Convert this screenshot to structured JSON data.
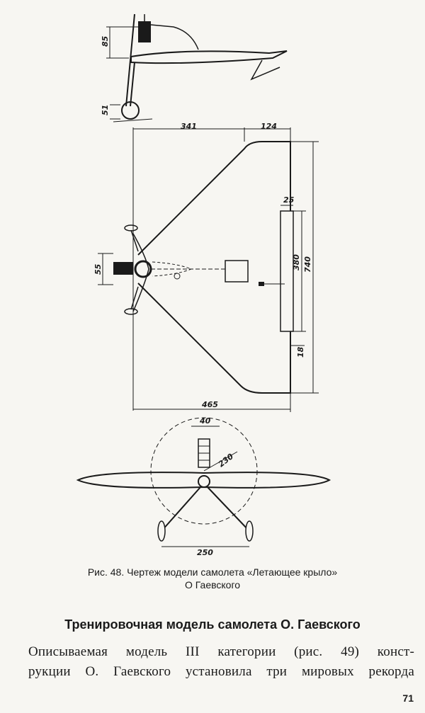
{
  "figure": {
    "dimensions": {
      "side_height": "85",
      "side_wheel": "51",
      "span_left": "341",
      "span_right": "124",
      "elevon_width": "25",
      "elevon_length": "380",
      "total_height": "740",
      "bottom_gap": "18",
      "total_width": "465",
      "engine_width": "55",
      "front_top": "40",
      "prop_radius": "230",
      "gear_track": "250"
    },
    "caption_line1": "Рис. 48. Чертеж модели самолета «Летающее крыло»",
    "caption_line2": "О Гаевского"
  },
  "section": {
    "heading": "Тренировочная модель самолета О. Гаевского",
    "line1": "Описываемая модель III категории (рис. 49) конст-",
    "line2": "рукции О. Гаевского установила три мировых рекорда"
  },
  "page_number": "71"
}
